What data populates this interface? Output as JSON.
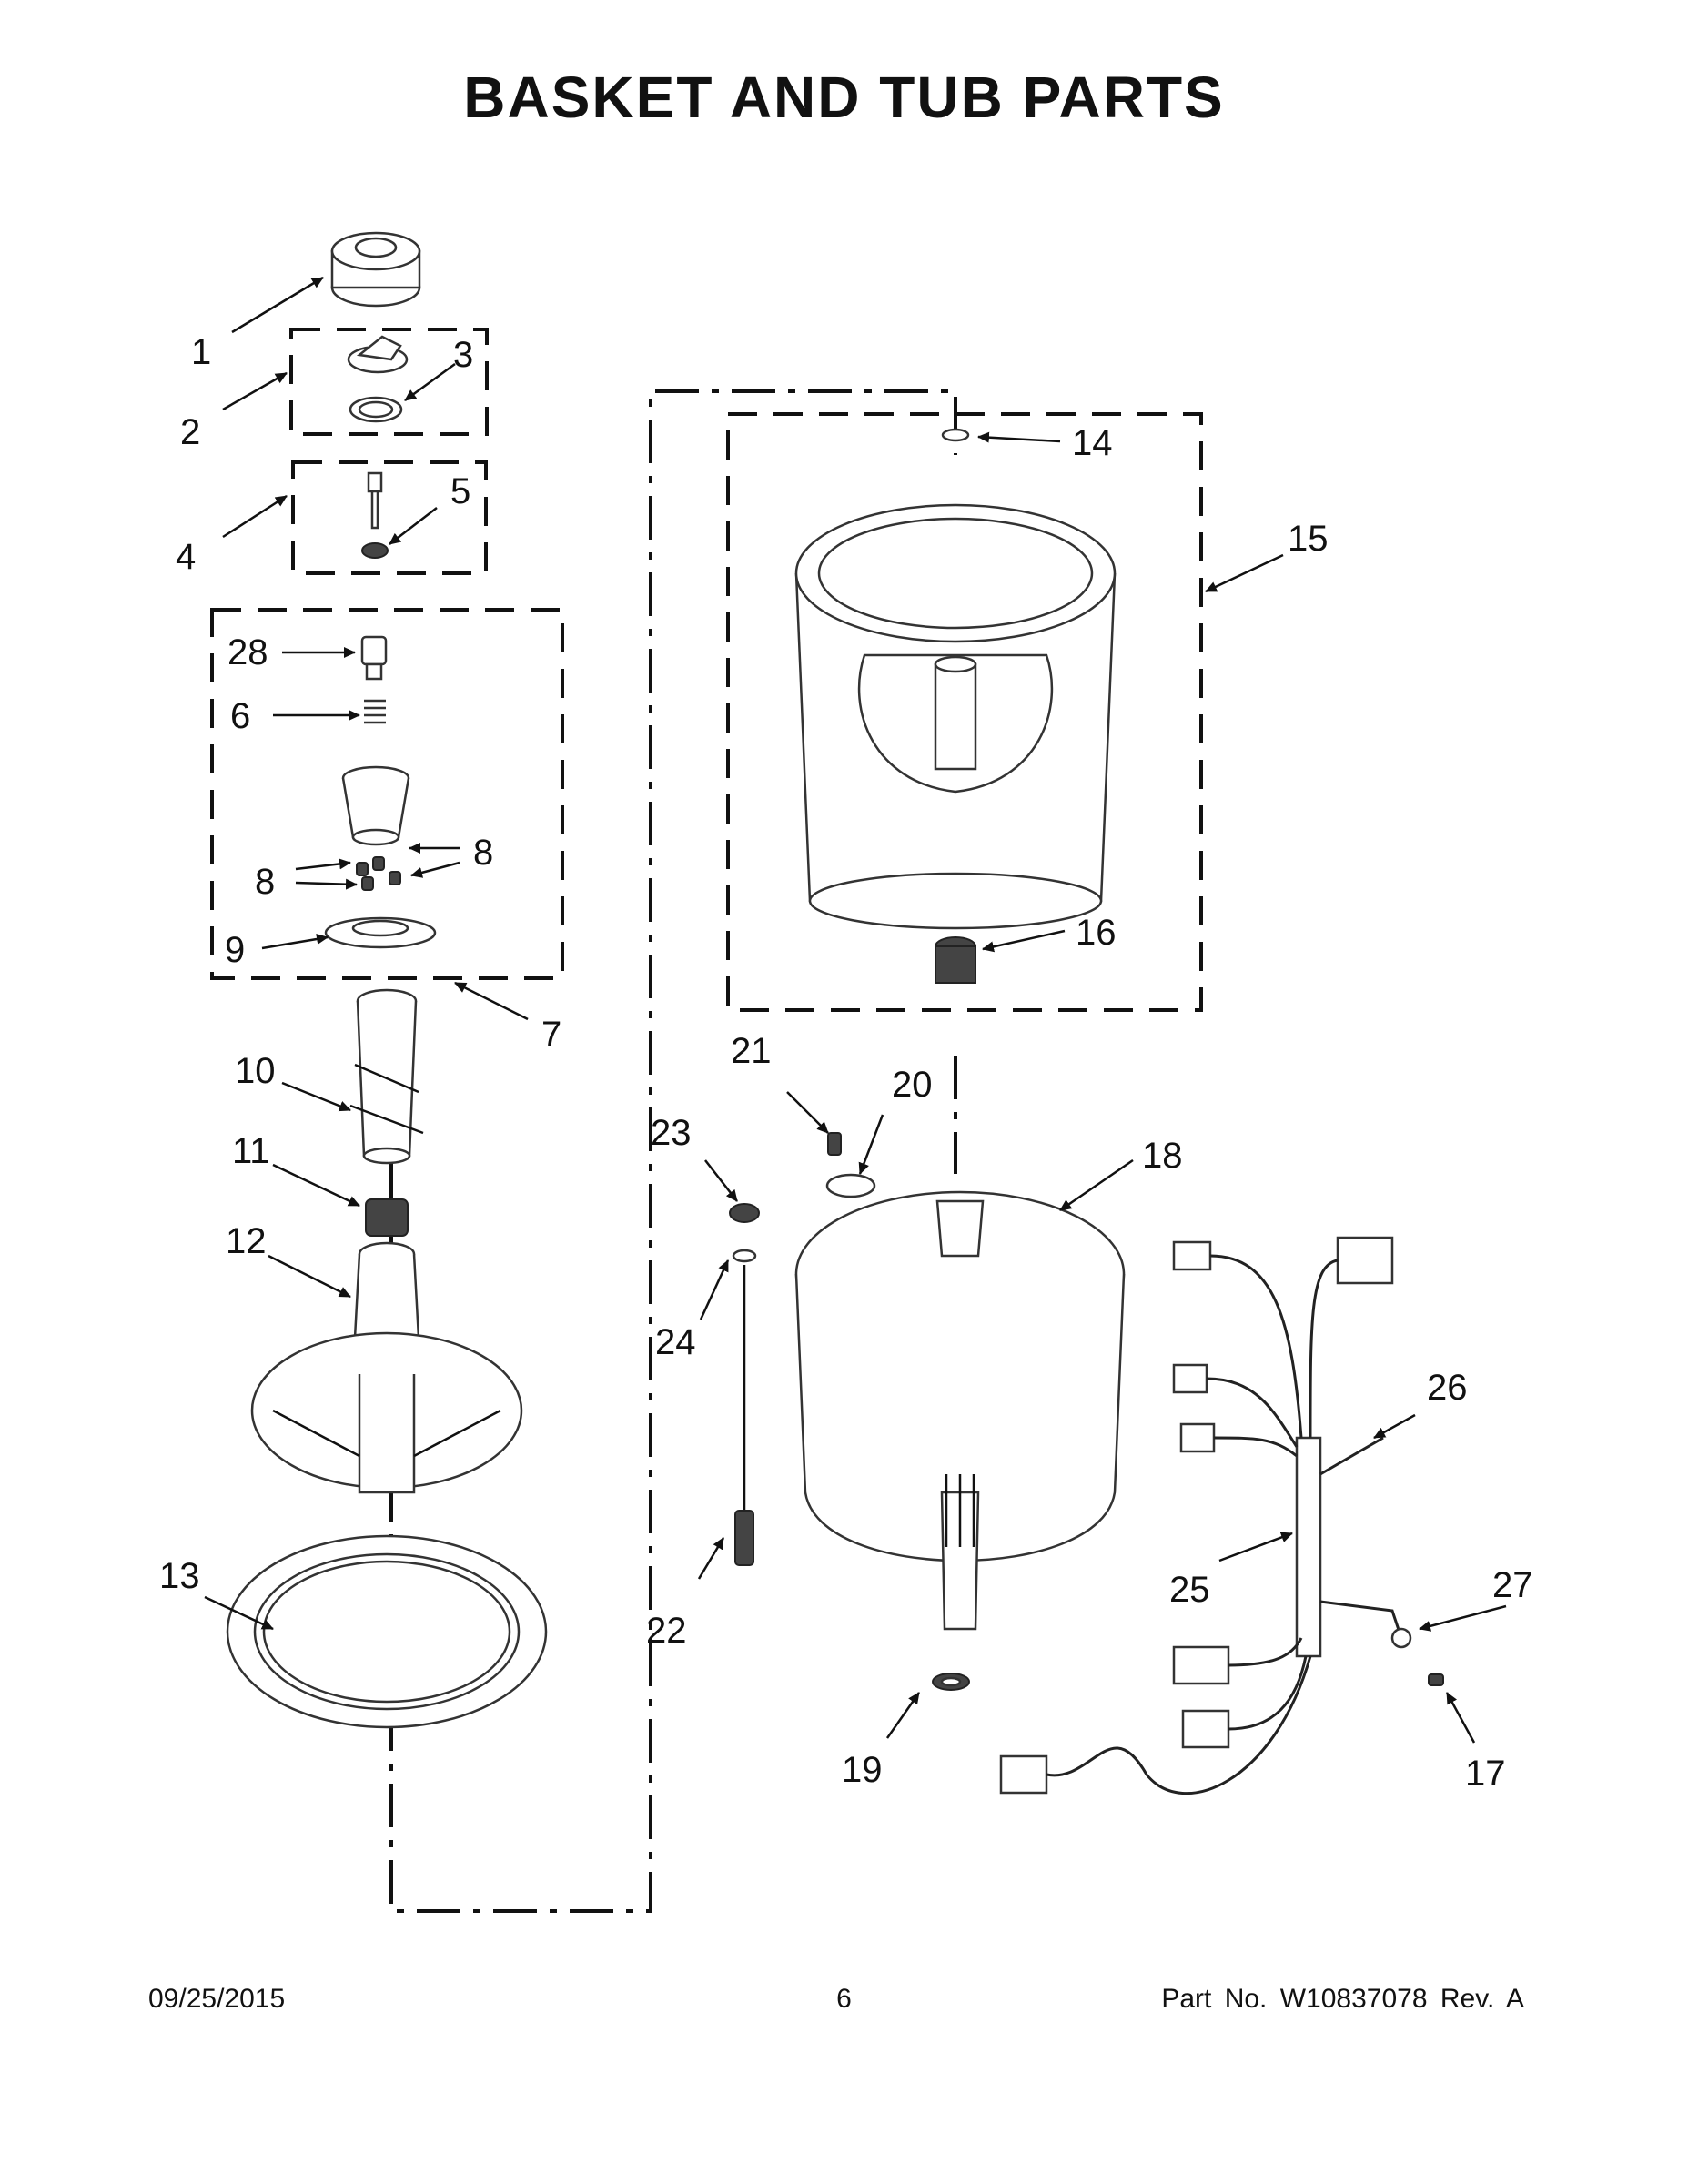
{
  "title": "BASKET AND TUB PARTS",
  "callouts": [
    "1",
    "2",
    "3",
    "4",
    "5",
    "28",
    "6",
    "8",
    "8",
    "9",
    "7",
    "10",
    "11",
    "12",
    "13",
    "14",
    "15",
    "16",
    "21",
    "20",
    "23",
    "18",
    "24",
    "26",
    "25",
    "22",
    "27",
    "19",
    "17"
  ],
  "footer": {
    "date": "09/25/2015",
    "page": "6",
    "part": "Part No.  W10837078  Rev.  A"
  },
  "colors": {
    "ink": "#111111",
    "background": "#ffffff"
  }
}
